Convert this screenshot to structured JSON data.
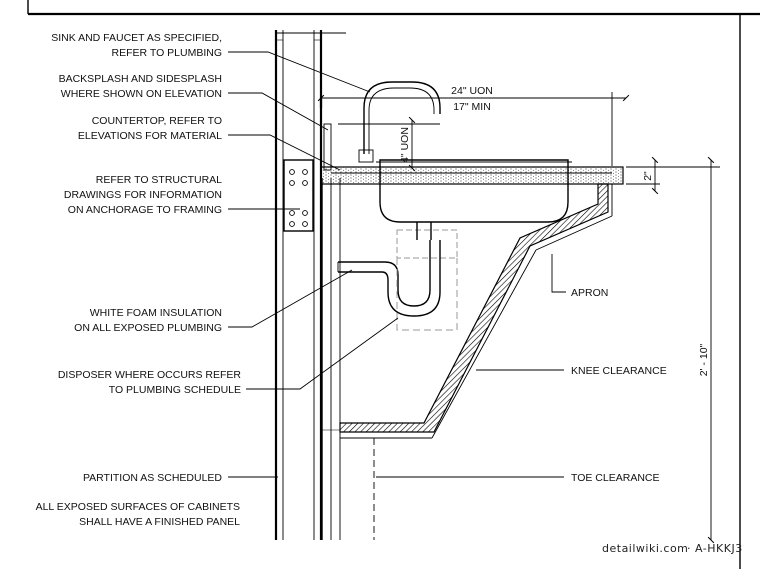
{
  "notes": {
    "sink_faucet": [
      "SINK AND FAUCET AS SPECIFIED,",
      "REFER TO PLUMBING"
    ],
    "backsplash": [
      "BACKSPLASH AND SIDESPLASH",
      "WHERE SHOWN ON ELEVATION"
    ],
    "countertop": [
      "COUNTERTOP, REFER TO",
      "ELEVATIONS FOR MATERIAL"
    ],
    "structural": [
      "REFER TO STRUCTURAL",
      "DRAWINGS FOR INFORMATION",
      "ON ANCHORAGE TO FRAMING"
    ],
    "insulation": [
      "WHITE FOAM INSULATION",
      "ON ALL EXPOSED PLUMBING"
    ],
    "disposer": [
      "DISPOSER WHERE OCCURS REFER",
      "TO PLUMBING SCHEDULE"
    ],
    "partition": [
      "PARTITION AS SCHEDULED"
    ],
    "finished_panel": [
      "ALL EXPOSED SURFACES OF CABINETS",
      "SHALL HAVE A FINISHED PANEL"
    ],
    "apron": "APRON",
    "knee_clearance": "KNEE CLEARANCE",
    "toe_clearance": "TOE CLEARANCE"
  },
  "dimensions": {
    "depth_max": "24\" UON",
    "depth_min": "17\" MIN",
    "faucet_height": "4\" UON",
    "counter_thickness": "2\"",
    "height": "2' - 10\""
  },
  "footer": {
    "source": "detailwiki.com",
    "separator": "·",
    "code": "A-HKKJ3"
  }
}
